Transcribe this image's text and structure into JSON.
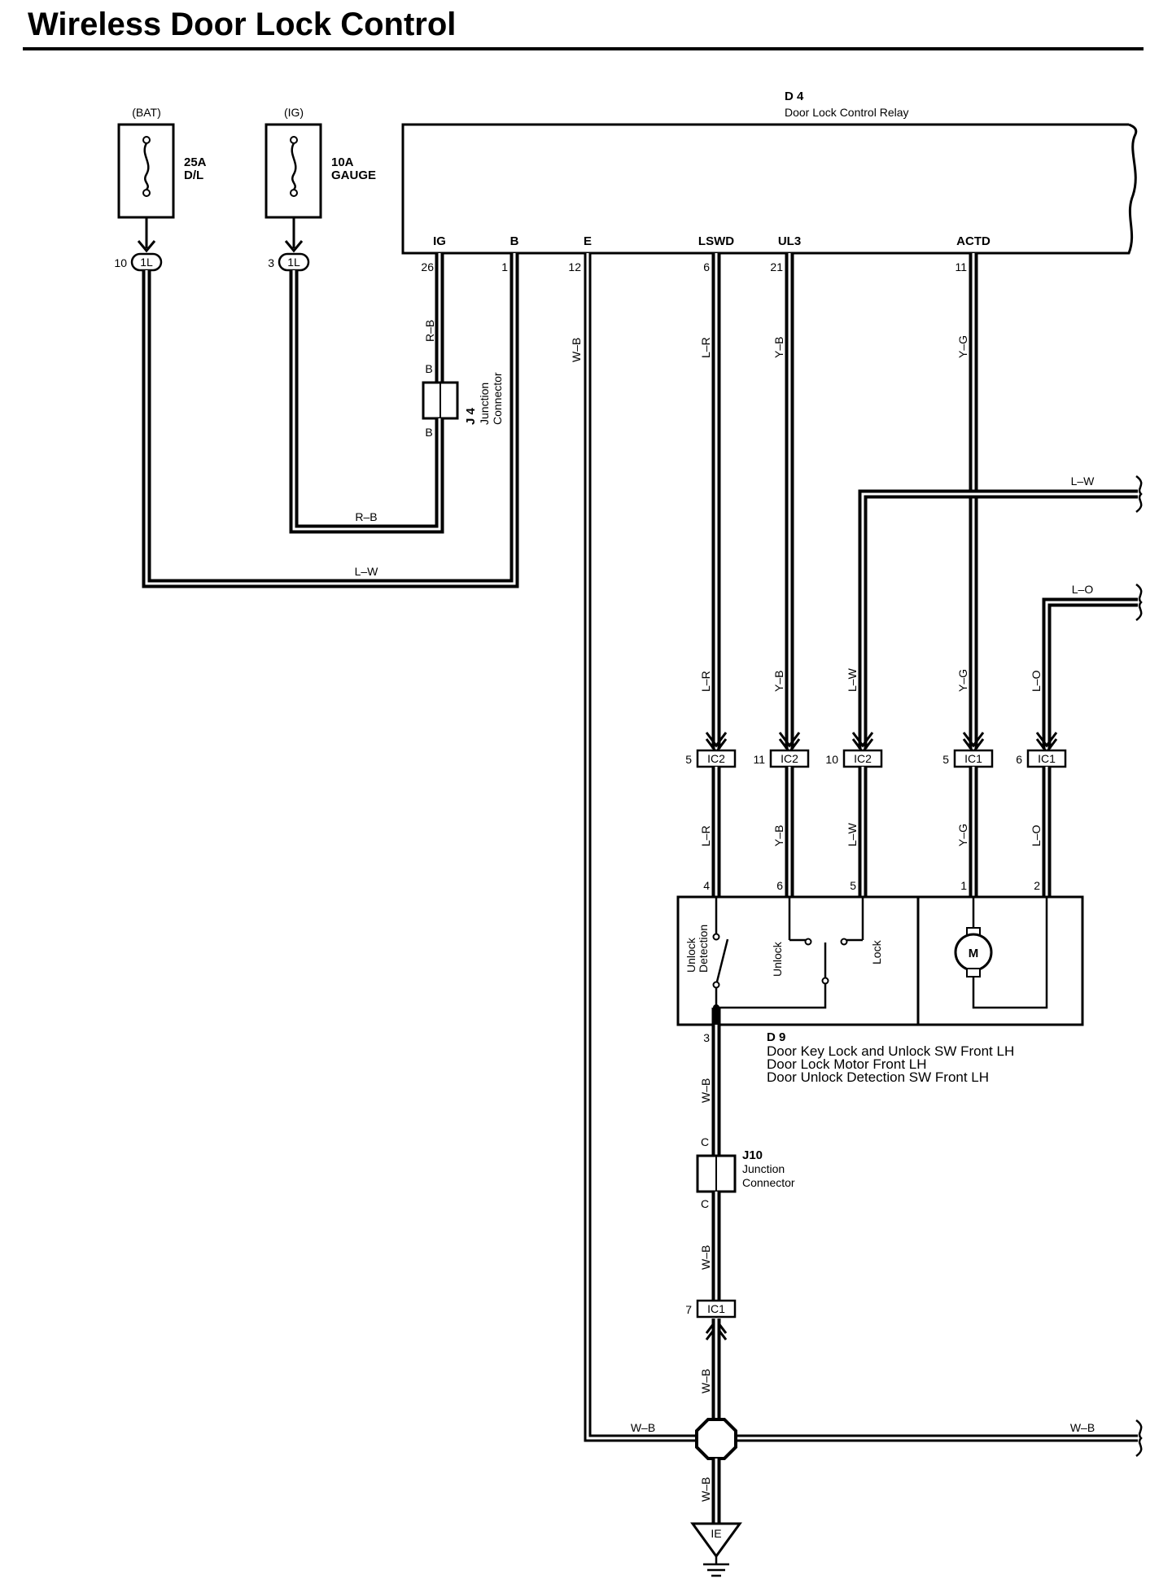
{
  "title": "Wireless Door Lock Control",
  "fuses": [
    {
      "source": "(BAT)",
      "rating": "25A",
      "name": "D/L",
      "pin": "10",
      "connector": "1L"
    },
    {
      "source": "(IG)",
      "rating": "10A",
      "name": "GAUGE",
      "pin": "3",
      "connector": "1L"
    }
  ],
  "relay": {
    "id": "D 4",
    "name": "Door Lock Control Relay",
    "terminals": [
      {
        "name": "IG",
        "pin": "26"
      },
      {
        "name": "B",
        "pin": "1"
      },
      {
        "name": "E",
        "pin": "12"
      },
      {
        "name": "LSWD",
        "pin": "6"
      },
      {
        "name": "UL3",
        "pin": "21"
      },
      {
        "name": "ACTD",
        "pin": "11"
      }
    ]
  },
  "j4": {
    "id": "J 4",
    "name1": "Junction",
    "name2": "Connector",
    "pin_top": "B",
    "pin_bottom": "B"
  },
  "wire_colors": {
    "rb": "R–B",
    "lw": "L–W",
    "wb": "W–B",
    "lr": "L–R",
    "yb": "Y–B",
    "yg": "Y–G",
    "lo": "L–O"
  },
  "ic_connectors": [
    {
      "pin": "5",
      "name": "IC2"
    },
    {
      "pin": "11",
      "name": "IC2"
    },
    {
      "pin": "10",
      "name": "IC2"
    },
    {
      "pin": "5",
      "name": "IC1"
    },
    {
      "pin": "6",
      "name": "IC1"
    }
  ],
  "d9": {
    "id": "D 9",
    "lines": [
      "Door Key Lock and Unlock SW Front LH",
      "Door Lock Motor Front LH",
      "Door Unlock Detection SW Front LH"
    ],
    "pins": {
      "p4": "4",
      "p6": "6",
      "p5": "5",
      "p1": "1",
      "p2": "2",
      "p3": "3"
    },
    "unlock_detection_1": "Unlock",
    "unlock_detection_2": "Detection",
    "unlock": "Unlock",
    "lock": "Lock",
    "motor": "M"
  },
  "j10": {
    "id": "J10",
    "name1": "Junction",
    "name2": "Connector",
    "pin_top": "C",
    "pin_bottom": "C"
  },
  "ic_bottom": {
    "pin": "7",
    "name": "IC1"
  },
  "ground": {
    "name": "IE"
  }
}
